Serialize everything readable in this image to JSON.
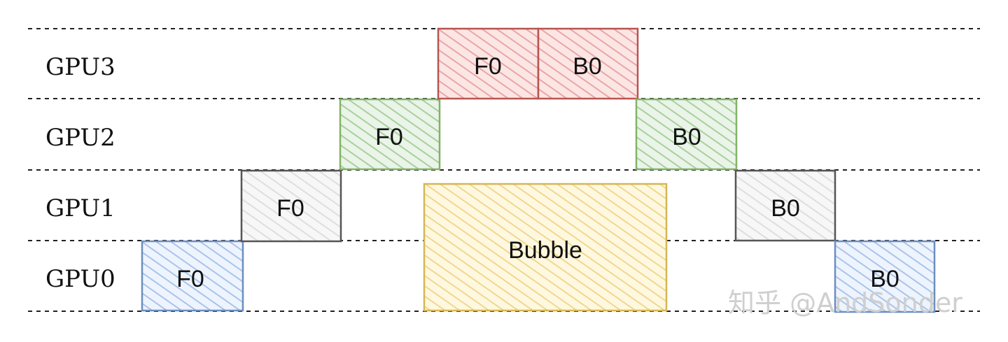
{
  "diagram": {
    "rows": [
      {
        "id": "gpu3",
        "label": "GPU3"
      },
      {
        "id": "gpu2",
        "label": "GPU2"
      },
      {
        "id": "gpu1",
        "label": "GPU1"
      },
      {
        "id": "gpu0",
        "label": "GPU0"
      }
    ],
    "blocks": [
      {
        "id": "gpu0-f0",
        "row": "gpu0",
        "label": "F0",
        "color": "#6c8ebf",
        "fill": "#dae8fc"
      },
      {
        "id": "gpu1-f0",
        "row": "gpu1",
        "label": "F0",
        "color": "#555555",
        "fill": "#eeeeee"
      },
      {
        "id": "gpu2-f0",
        "row": "gpu2",
        "label": "F0",
        "color": "#82b366",
        "fill": "#d5e8d4"
      },
      {
        "id": "gpu3-f0",
        "row": "gpu3",
        "label": "F0",
        "color": "#b85450",
        "fill": "#f8cecc"
      },
      {
        "id": "gpu3-b0",
        "row": "gpu3",
        "label": "B0",
        "color": "#b85450",
        "fill": "#f8cecc"
      },
      {
        "id": "gpu2-b0",
        "row": "gpu2",
        "label": "B0",
        "color": "#82b366",
        "fill": "#d5e8d4"
      },
      {
        "id": "gpu1-b0",
        "row": "gpu1",
        "label": "B0",
        "color": "#555555",
        "fill": "#eeeeee"
      },
      {
        "id": "gpu0-b0",
        "row": "gpu0",
        "label": "B0",
        "color": "#6c8ebf",
        "fill": "#dae8fc"
      }
    ],
    "bubble": {
      "label": "Bubble",
      "color": "#d6b656",
      "fill": "#fff2cc"
    },
    "watermark": "知乎 @AndSonder"
  }
}
